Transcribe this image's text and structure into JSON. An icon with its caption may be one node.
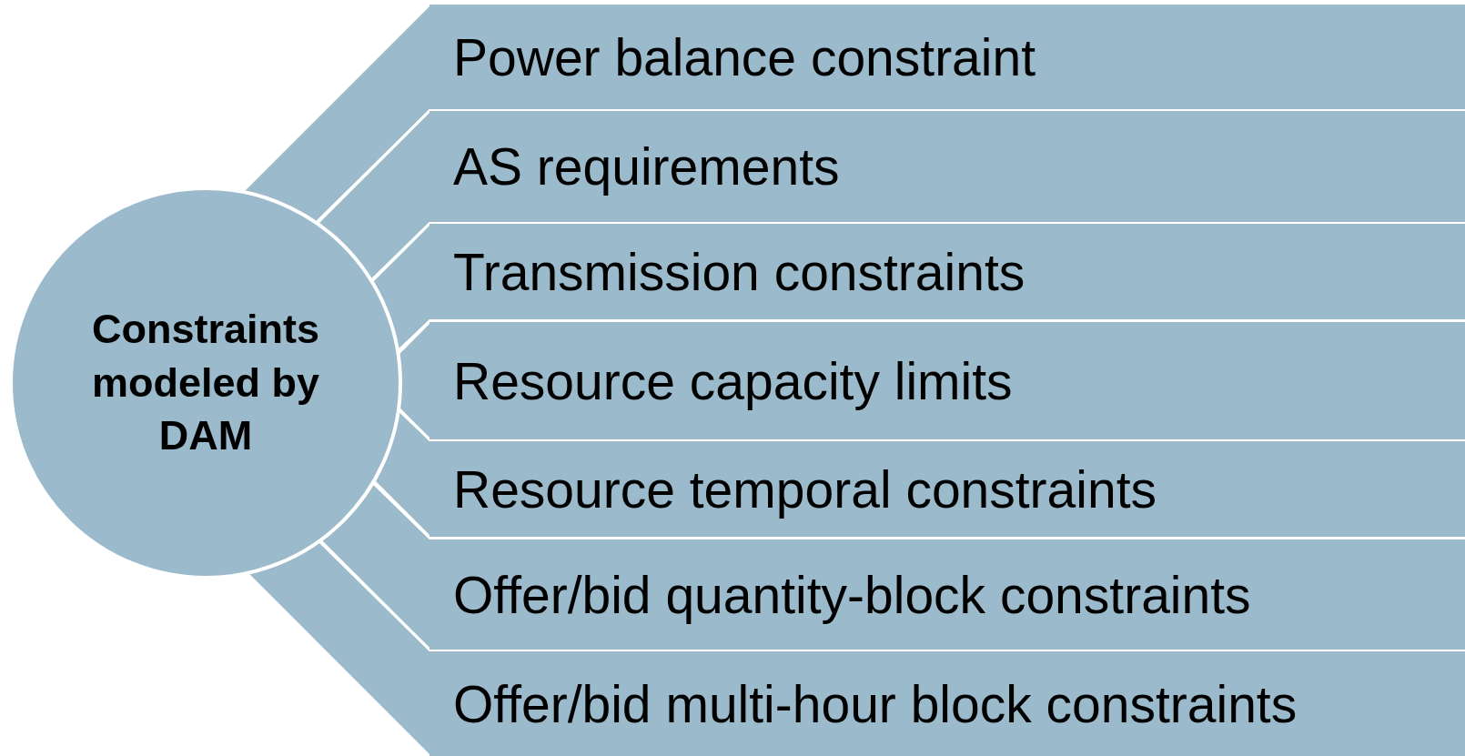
{
  "diagram": {
    "nodes": [
      {
        "text": [
          "Constraints modeled by DAM"
        ]
      },
      {
        "text": [
          "Power balance constraint"
        ]
      },
      {
        "text": [
          "AS requirements"
        ]
      },
      {
        "text": [
          "Transmission constraints"
        ]
      },
      {
        "text": [
          "Resource capacity limits"
        ]
      },
      {
        "text": [
          "Resource temporal constraints"
        ]
      },
      {
        "text": [
          "Offer/bid quantity-block constraints"
        ]
      },
      {
        "text": [
          "Offer/bid multi-hour block constraints"
        ]
      }
    ]
  }
}
